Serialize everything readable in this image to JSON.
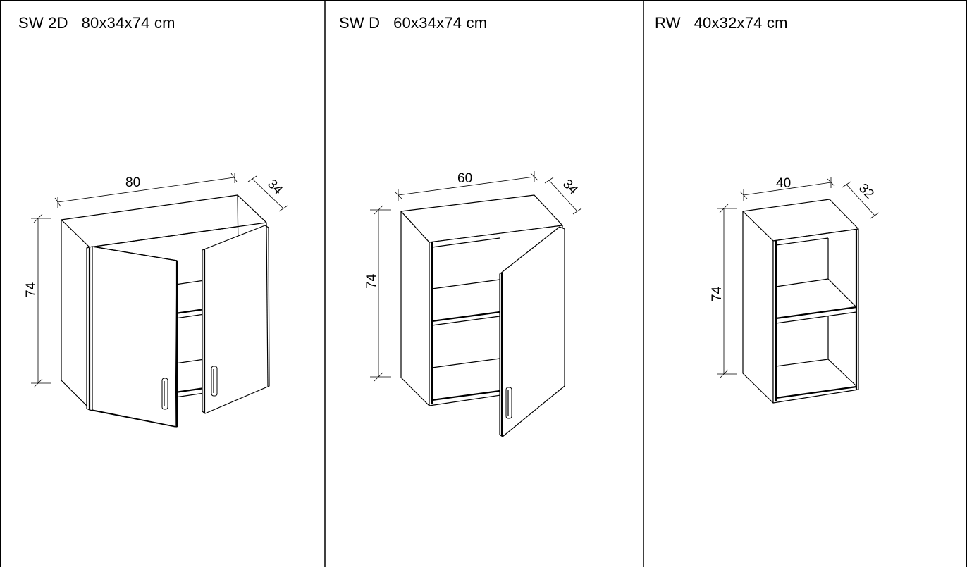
{
  "panels": [
    {
      "title": "SW 2D   80x34x74 cm",
      "dims": {
        "width": "80",
        "depth": "34",
        "height": "74"
      },
      "doors": 2
    },
    {
      "title": "SW D   60x34x74 cm",
      "dims": {
        "width": "60",
        "depth": "34",
        "height": "74"
      },
      "doors": 1
    },
    {
      "title": "RW   40x32x74 cm",
      "dims": {
        "width": "40",
        "depth": "32",
        "height": "74"
      },
      "doors": 0
    }
  ]
}
